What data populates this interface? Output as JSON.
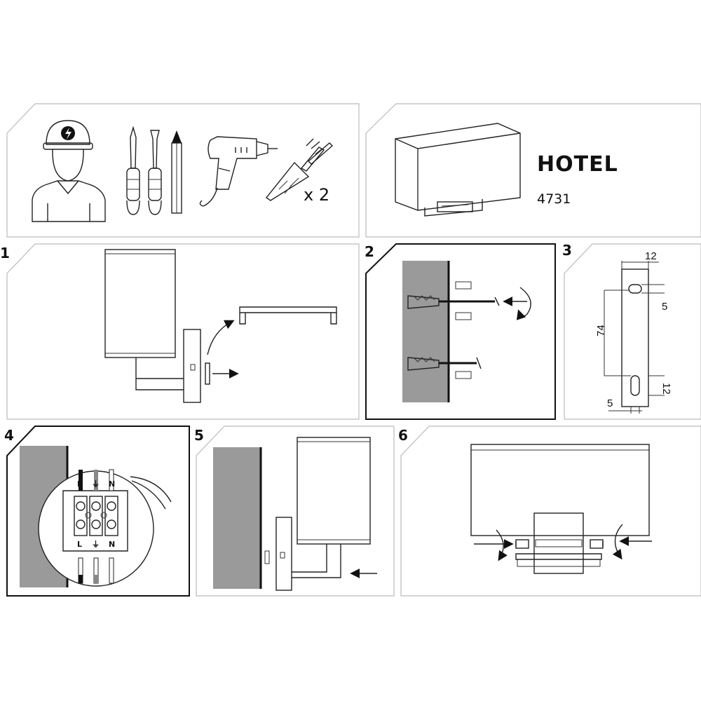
{
  "product": {
    "name": "HOTEL",
    "code": "4731"
  },
  "tools": {
    "dowel_quantity": "x 2"
  },
  "steps": [
    {
      "number": "1"
    },
    {
      "number": "2"
    },
    {
      "number": "3"
    },
    {
      "number": "4"
    },
    {
      "number": "5"
    },
    {
      "number": "6"
    }
  ],
  "dimensions": {
    "width_top": "12",
    "slot_height": "5",
    "spacing": "74",
    "bottom_offset": "12",
    "slot_width": "5"
  },
  "terminals": {
    "live": "L",
    "neutral": "N",
    "earth_symbol": "⏚"
  }
}
